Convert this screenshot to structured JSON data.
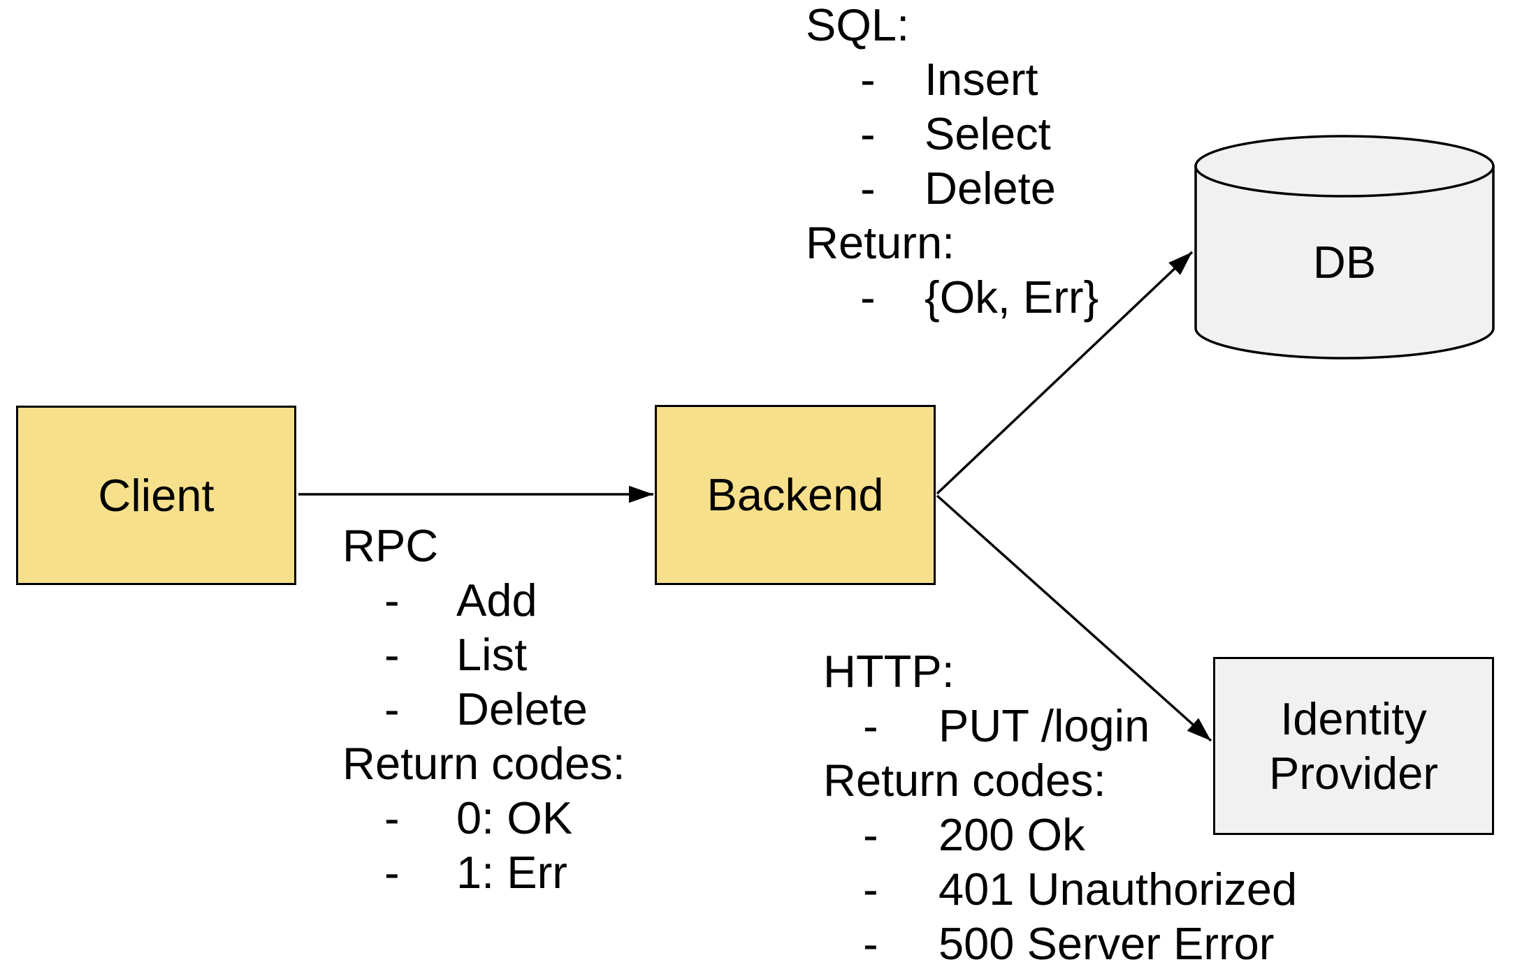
{
  "bullet_char": "-",
  "colors": {
    "node_yellow": "#f7e08c",
    "node_gray": "#f1f1f1",
    "stroke": "#000000",
    "canvas_bg": "#ffffff"
  },
  "nodes": {
    "client": {
      "label": "Client"
    },
    "backend": {
      "label": "Backend"
    },
    "db": {
      "label": "DB"
    },
    "identity_provider": {
      "label": "Identity Provider"
    }
  },
  "annotations": {
    "sql": {
      "lines": [
        {
          "bullet": false,
          "text": "SQL:"
        },
        {
          "bullet": true,
          "text": "Insert"
        },
        {
          "bullet": true,
          "text": "Select"
        },
        {
          "bullet": true,
          "text": "Delete"
        },
        {
          "bullet": false,
          "text": "Return:"
        },
        {
          "bullet": true,
          "text": "{Ok, Err}"
        }
      ]
    },
    "rpc": {
      "lines": [
        {
          "bullet": false,
          "text": "RPC"
        },
        {
          "bullet": true,
          "text": "Add"
        },
        {
          "bullet": true,
          "text": "List"
        },
        {
          "bullet": true,
          "text": "Delete"
        },
        {
          "bullet": false,
          "text": "Return codes:"
        },
        {
          "bullet": true,
          "text": "0: OK"
        },
        {
          "bullet": true,
          "text": "1: Err"
        }
      ]
    },
    "http": {
      "lines": [
        {
          "bullet": false,
          "text": "HTTP:"
        },
        {
          "bullet": true,
          "text": "PUT /login"
        },
        {
          "bullet": false,
          "text": "Return codes:"
        },
        {
          "bullet": true,
          "text": "200 Ok"
        },
        {
          "bullet": true,
          "text": "401 Unauthorized"
        },
        {
          "bullet": true,
          "text": "500 Server Error"
        }
      ]
    }
  }
}
